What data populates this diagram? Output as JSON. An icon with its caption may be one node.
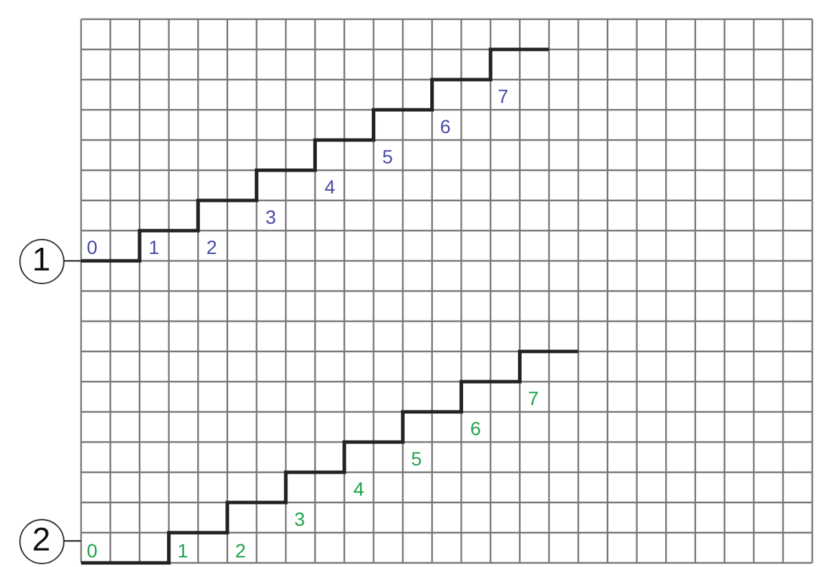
{
  "diagram": {
    "nodes": [
      {
        "text": [
          "1"
        ]
      },
      {
        "text": [],
        "shape": "line"
      },
      {
        "text": [
          "2"
        ]
      },
      {
        "text": [],
        "shape": "line"
      }
    ],
    "edges": [
      {
        "from": 0,
        "to": 1,
        "arrow": "none"
      },
      {
        "from": 2,
        "to": 3,
        "arrow": "none"
      }
    ],
    "labels": [
      "0",
      "1",
      "2",
      "3",
      "4",
      "5",
      "6",
      "7",
      "0",
      "1",
      "2",
      "3",
      "4",
      "5",
      "6",
      "7"
    ]
  }
}
